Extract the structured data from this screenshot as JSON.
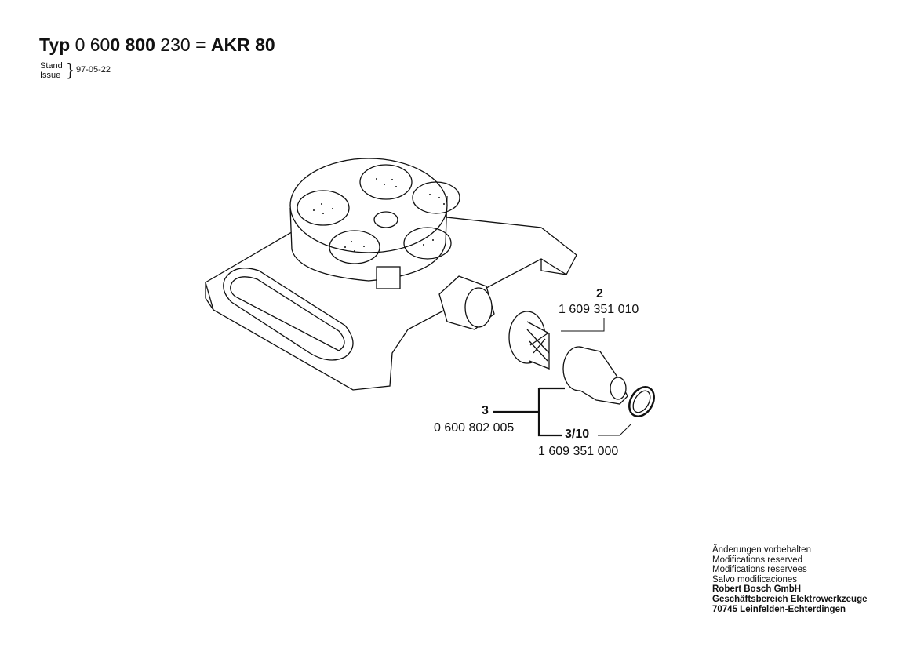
{
  "header": {
    "typ_label": "Typ",
    "number_part1": "0 60",
    "number_part2": "0 800",
    "number_part3": "230",
    "equals": "=",
    "model": "AKR 80",
    "stand_label": "Stand",
    "issue_label": "Issue",
    "brace": "}",
    "date": "97-05-22"
  },
  "parts": [
    {
      "pos": "2",
      "number": "1 609 351 010"
    },
    {
      "pos": "3",
      "number": "0 600 802 005"
    },
    {
      "pos": "3/10",
      "number": "1 609 351 000"
    }
  ],
  "footer": {
    "lines": [
      "Änderungen vorbehalten",
      "Modifications reserved",
      "Modifications reservees",
      "Salvo modificaciones"
    ],
    "bold_lines": [
      "Robert Bosch GmbH",
      "Geschäftsbereich Elektrowerkzeuge",
      "70745 Leinfelden-Echterdingen"
    ]
  }
}
